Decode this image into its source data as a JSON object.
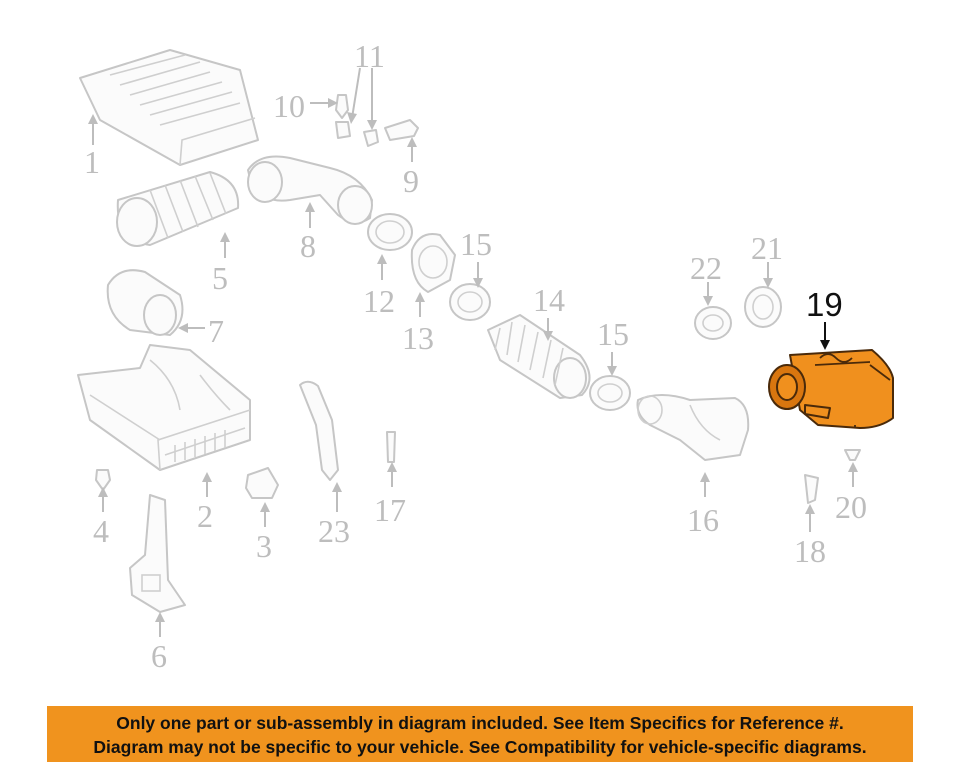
{
  "callouts": {
    "c1": "1",
    "c2": "2",
    "c3": "3",
    "c4": "4",
    "c5": "5",
    "c6": "6",
    "c7": "7",
    "c8": "8",
    "c9": "9",
    "c10": "10",
    "c11": "11",
    "c12": "12",
    "c13": "13",
    "c14": "14",
    "c15a": "15",
    "c15b": "15",
    "c16": "16",
    "c17": "17",
    "c18": "18",
    "c19": "19",
    "c20": "20",
    "c21": "21",
    "c22": "22",
    "c23": "23"
  },
  "highlighted_part": "19",
  "colors": {
    "highlight": "#f0901e",
    "banner": "#f0931e",
    "faded_part": "#c6c6c6"
  },
  "notice": {
    "line1": "Only one part or sub-assembly in diagram included. See Item Specifics for Reference #.",
    "line2": "Diagram may not be specific to your vehicle. See Compatibility for vehicle-specific diagrams."
  }
}
